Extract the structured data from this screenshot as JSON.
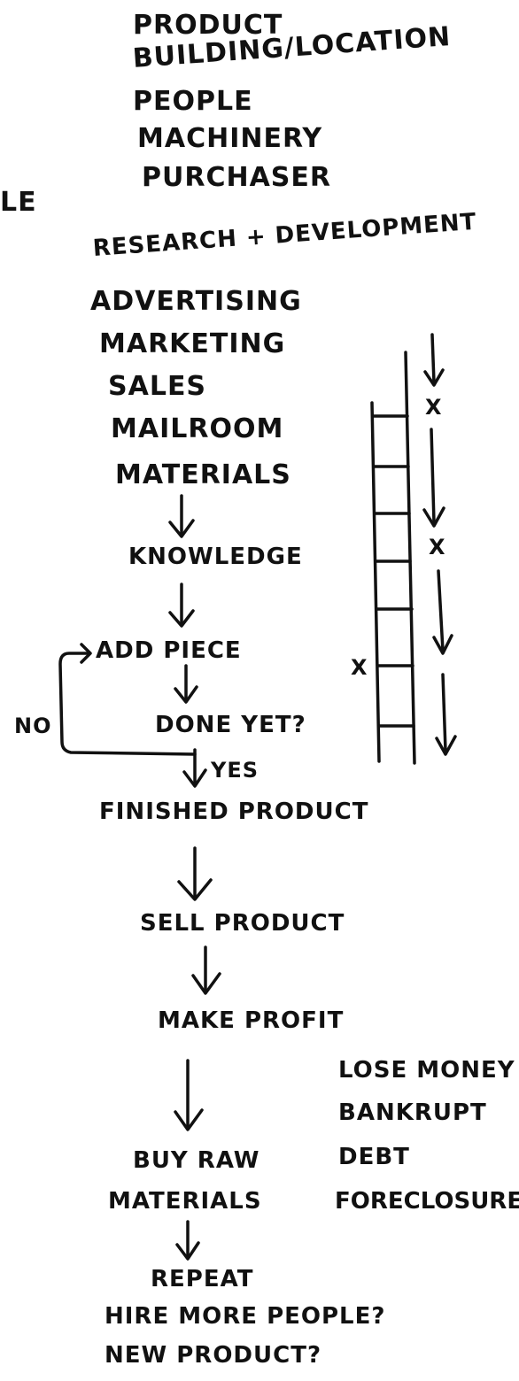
{
  "top_list": [
    "PRODUCT",
    "BUILDING/LOCATION",
    "PEOPLE",
    "MACHINERY",
    "PURCHASER"
  ],
  "cut_off_left": "LE",
  "departments": [
    "RESEARCH + DEVELOPMENT",
    "ADVERTISING",
    "MARKETING",
    "SALES",
    "MAILROOM",
    "MATERIALS"
  ],
  "flow": {
    "knowledge": "KNOWLEDGE",
    "add_piece": "ADD PIECE",
    "done_yet": "DONE YET?",
    "no_label": "NO",
    "yes_label": "YES",
    "finished_product": "FINISHED PRODUCT",
    "sell_product": "SELL PRODUCT",
    "make_profit": "MAKE PROFIT",
    "buy_raw_1": "BUY RAW",
    "buy_raw_2": "MATERIALS",
    "repeat": "REPEAT",
    "hire_more": "HIRE MORE PEOPLE?",
    "new_product": "NEW PRODUCT?"
  },
  "failure_list": [
    "LOSE MONEY",
    "BANKRUPT",
    "DEBT",
    "FORECLOSURE"
  ],
  "ladder_marks": [
    "X",
    "X",
    "X"
  ]
}
